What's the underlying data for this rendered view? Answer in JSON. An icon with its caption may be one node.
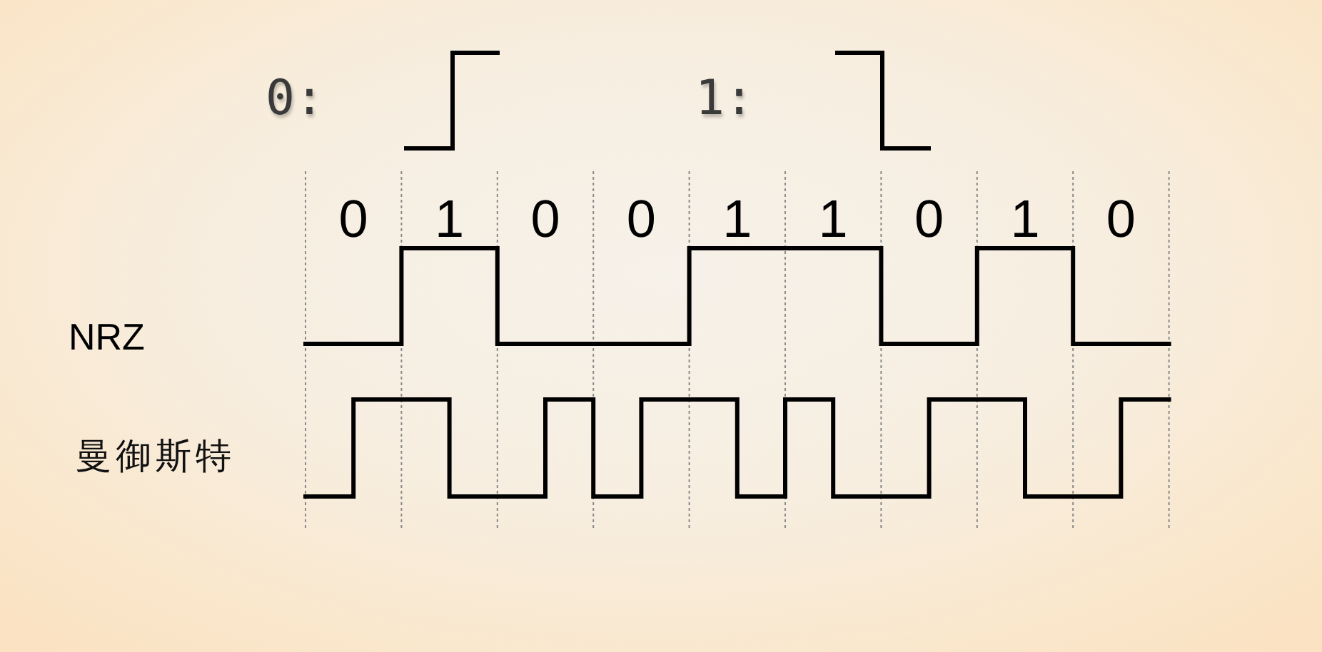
{
  "diagram": {
    "labels": [
      "0:",
      "1:",
      "0",
      "1",
      "0",
      "0",
      "1",
      "1",
      "0",
      "1",
      "0",
      "NRZ",
      "曼御斯特"
    ]
  }
}
